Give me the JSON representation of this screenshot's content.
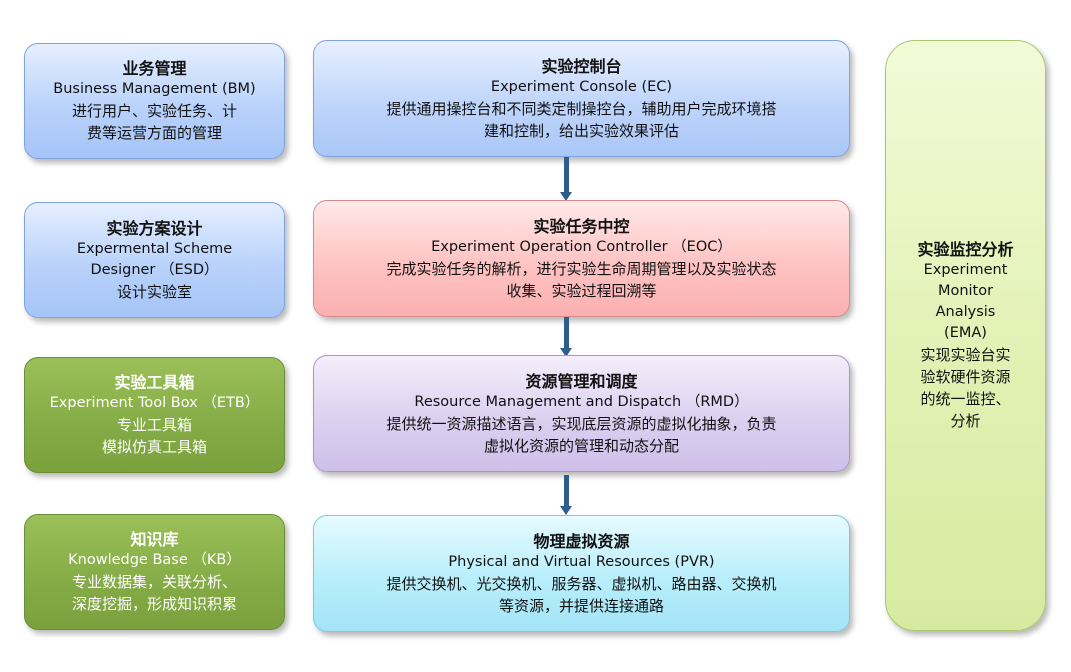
{
  "left": {
    "bm": {
      "title": "业务管理",
      "en": "Business Management (BM)",
      "desc_lines": [
        "进行用户、实验任务、计",
        "费等运营方面的管理"
      ]
    },
    "esd": {
      "title": "实验方案设计",
      "en_lines": [
        "Expermental Scheme",
        "Designer （ESD）"
      ],
      "desc": "设计实验室"
    },
    "etb": {
      "title": "实验工具箱",
      "en": "Experiment Tool Box （ETB）",
      "desc_lines": [
        "专业工具箱",
        "模拟仿真工具箱"
      ]
    },
    "kb": {
      "title": "知识库",
      "en": "Knowledge Base （KB）",
      "desc_lines": [
        "专业数据集，关联分析、",
        "深度挖掘，形成知识积累"
      ]
    }
  },
  "center": {
    "ec": {
      "title": "实验控制台",
      "en": "Experiment Console (EC)",
      "desc_lines": [
        "提供通用操控台和不同类定制操控台，辅助用户完成环境搭",
        "建和控制，给出实验效果评估"
      ]
    },
    "eoc": {
      "title": "实验任务中控",
      "en": "Experiment Operation Controller （EOC）",
      "desc_lines": [
        "完成实验任务的解析，进行实验生命周期管理以及实验状态",
        "收集、实验过程回溯等"
      ]
    },
    "rmd": {
      "title": "资源管理和调度",
      "en": "Resource Management and Dispatch （RMD）",
      "desc_lines": [
        "提供统一资源描述语言，实现底层资源的虚拟化抽象，负责",
        "虚拟化资源的管理和动态分配"
      ]
    },
    "pvr": {
      "title": "物理虚拟资源",
      "en": "Physical and Virtual Resources (PVR)",
      "desc_lines": [
        "提供交换机、光交换机、服务器、虚拟机、路由器、交换机",
        "等资源，并提供连接通路"
      ]
    }
  },
  "right": {
    "ema": {
      "title": "实验监控分析",
      "en_lines": [
        "Experiment",
        "Monitor",
        "Analysis",
        "(EMA)"
      ],
      "desc_lines": [
        "实现实验台实",
        "验软硬件资源",
        "的统一监控、",
        "分析"
      ]
    }
  },
  "colors": {
    "arrow": "#2e5d8c",
    "blue": "#b9d2fb",
    "green_dark": "#84ab45",
    "red": "#ffc3c3",
    "purple": "#ddd0f0",
    "cyan": "#b8eefb",
    "green_light": "#e1f1b3"
  }
}
